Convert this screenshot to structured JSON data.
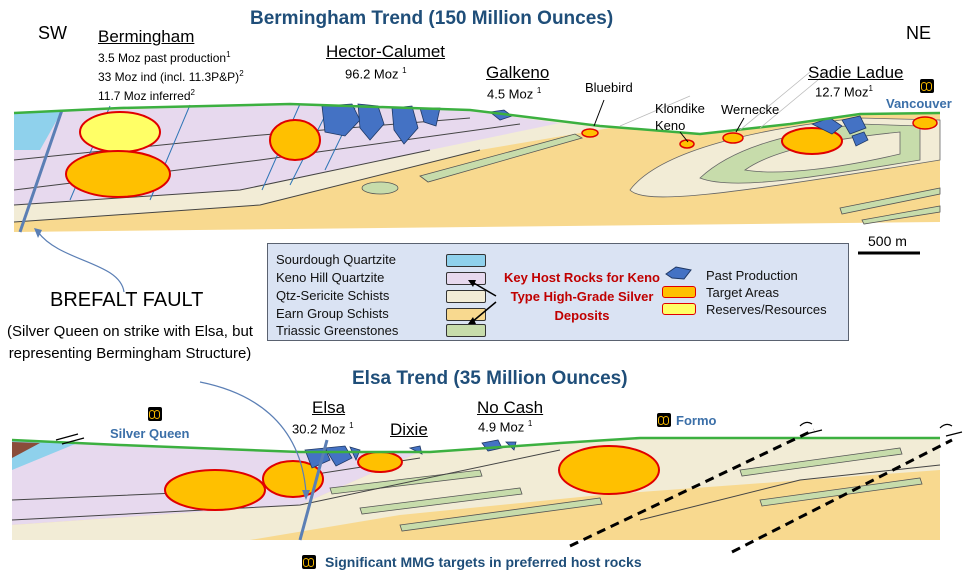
{
  "top_section": {
    "title": "Bermingham Trend (150 Million Ounces)",
    "dir_left": "SW",
    "dir_right": "NE",
    "bermingham": {
      "name": "Bermingham",
      "line1": "3.5 Moz past production",
      "line2": "33 Moz ind (incl. 11.3P&P)",
      "line3": "11.7 Moz inferred",
      "note1": "1",
      "note2": "2",
      "note3": "2"
    },
    "hector": {
      "name": "Hector-Calumet",
      "value": "96.2 Moz",
      "note": "1"
    },
    "galkeno": {
      "name": "Galkeno",
      "value": "4.5 Moz",
      "note": "1"
    },
    "bluebird": "Bluebird",
    "klondike_line1": "Klondike",
    "klondike_line2": "Keno",
    "wernecke": "Wernecke",
    "sadie": {
      "name": "Sadie Ladue",
      "value": "12.7 Moz",
      "note": "1"
    },
    "vancouver": "Vancouver"
  },
  "fault": {
    "title": "BREFALT FAULT",
    "note": "(Silver Queen on strike with Elsa, but representing Bermingham Structure)"
  },
  "scale_bar": "500 m",
  "legend": {
    "rocks": [
      {
        "label": "Sourdough Quartzite",
        "color": "#8fd1ec"
      },
      {
        "label": "Keno Hill Quartzite",
        "color": "#e7d9ee"
      },
      {
        "label": "Qtz-Sericite Schists",
        "color": "#f2ecd6"
      },
      {
        "label": "Earn Group Schists",
        "color": "#f8d98f"
      },
      {
        "label": "Triassic Greenstones",
        "color": "#c7dcab"
      }
    ],
    "host_note": "Key Host Rocks for Keno Type High-Grade Silver Deposits",
    "symbols": [
      {
        "label": "Past Production"
      },
      {
        "label": "Target Areas"
      },
      {
        "label": "Reserves/Resources"
      }
    ]
  },
  "bottom_section": {
    "title": "Elsa Trend (35 Million Ounces)",
    "silver_queen": "Silver Queen",
    "elsa": {
      "name": "Elsa",
      "value": "30.2 Moz",
      "note": "1"
    },
    "dixie": "Dixie",
    "no_cash": {
      "name": "No Cash",
      "value": "4.9 Moz",
      "note": "1"
    },
    "formo": "Formo"
  },
  "footer": "Significant MMG targets in preferred host rocks",
  "colors": {
    "sourdough": "#8fd1ec",
    "keno_hill": "#e7d9ee",
    "qtz_sericite": "#f2ecd6",
    "earn_group": "#f8d98f",
    "greenstone": "#c7dcab",
    "past_production": "#4472c4",
    "target": "#ffc000",
    "reserves": "#ffff66",
    "outline_red": "#e00000",
    "surface_green": "#3cb040",
    "title_blue": "#1f4e79"
  }
}
